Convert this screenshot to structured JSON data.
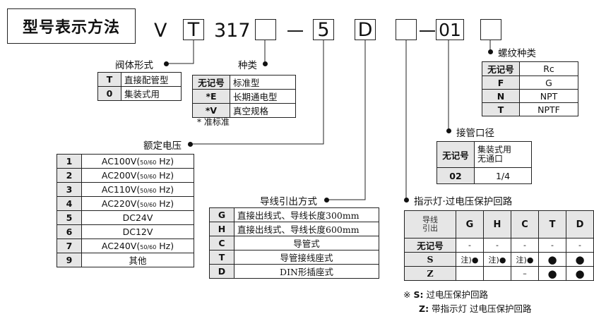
{
  "title": "型号表示方法",
  "code": {
    "prefix": "V",
    "series_box": "T",
    "number": "317",
    "dash1": "—",
    "voltage_box": "5",
    "wire_box": "D",
    "dash2": "—",
    "port_box": "01"
  },
  "valve_form": {
    "label": "阀体形式",
    "rows": [
      {
        "key": "T",
        "value": "直接配管型"
      },
      {
        "key": "0",
        "value": "集装式用"
      }
    ]
  },
  "kind": {
    "label": "种类",
    "rows": [
      {
        "key": "无记号",
        "value": "标准型"
      },
      {
        "key": "*E",
        "value": "长期通电型"
      },
      {
        "key": "*V",
        "value": "真空规格"
      }
    ],
    "note": "* 准标准"
  },
  "thread": {
    "label": "螺纹种类",
    "rows": [
      {
        "key": "无记号",
        "value": "Rc"
      },
      {
        "key": "F",
        "value": "G"
      },
      {
        "key": "N",
        "value": "NPT"
      },
      {
        "key": "T",
        "value": "NPTF"
      }
    ]
  },
  "port_size": {
    "label": "接管口径",
    "rows": [
      {
        "key": "无记号",
        "value_line1": "集装式用",
        "value_line2": "无通口"
      },
      {
        "key": "02",
        "value": "1/4"
      }
    ]
  },
  "voltage": {
    "label": "额定电压",
    "rows": [
      {
        "key": "1",
        "v": "AC100V(",
        "hz": "50/60",
        "end": " Hz)"
      },
      {
        "key": "2",
        "v": "AC200V(",
        "hz": "50/60",
        "end": " Hz)"
      },
      {
        "key": "3",
        "v": "AC110V(",
        "hz": "50/60",
        "end": " Hz)"
      },
      {
        "key": "4",
        "v": "AC220V(",
        "hz": "50/60",
        "end": " Hz)"
      },
      {
        "key": "5",
        "v": "DC24V"
      },
      {
        "key": "6",
        "v": "DC12V"
      },
      {
        "key": "7",
        "v": "AC240V(",
        "hz": "50/60",
        "end": " Hz)"
      },
      {
        "key": "9",
        "v": "其他"
      }
    ]
  },
  "wiring": {
    "label": "导线引出方式",
    "rows": [
      {
        "key": "G",
        "value": "直接出线式、导线长度300mm"
      },
      {
        "key": "H",
        "value": "直接出线式、导线长度600mm"
      },
      {
        "key": "C",
        "value": "导管式"
      },
      {
        "key": "T",
        "value": "导管接线座式"
      },
      {
        "key": "D",
        "value": "DIN形插座式"
      }
    ]
  },
  "indicator": {
    "label": "指示灯·过电压保护回路",
    "header_line1": "导线",
    "header_line2": "引出",
    "cols": [
      "G",
      "H",
      "C",
      "T",
      "D"
    ],
    "rows": [
      {
        "key": "无记号",
        "cells": [
          "-",
          "-",
          "-",
          "-",
          "-"
        ]
      },
      {
        "key": "S",
        "cells": [
          "注)●",
          "注)●",
          "注)●",
          "●",
          "●"
        ]
      },
      {
        "key": "Z",
        "cells": [
          "",
          "",
          "–",
          "●",
          "●"
        ]
      }
    ],
    "note_mark": "※",
    "notes": [
      {
        "key": "S",
        "text": "过电压保护回路"
      },
      {
        "key": "Z",
        "text": "带指示灯 过电压保护回路"
      }
    ]
  }
}
